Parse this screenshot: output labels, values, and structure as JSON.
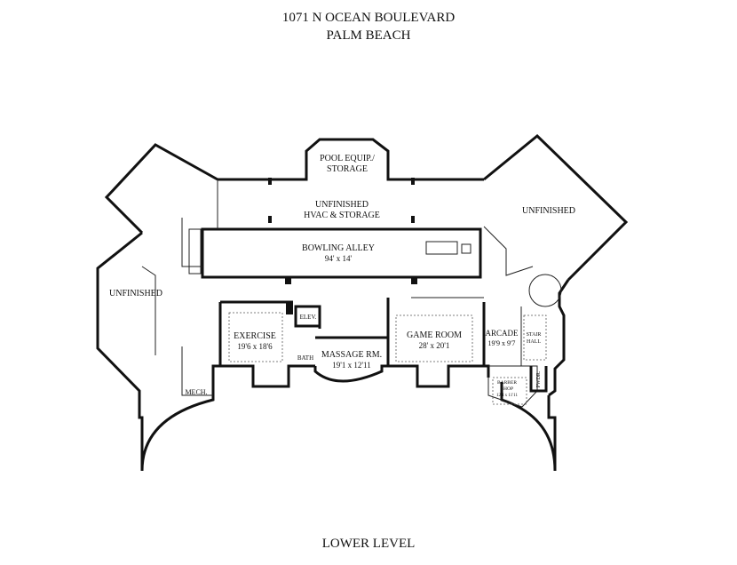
{
  "header": {
    "line1": "1071 N OCEAN BOULEVARD",
    "line2": "PALM BEACH"
  },
  "footer": {
    "level": "LOWER LEVEL"
  },
  "rooms": {
    "pool_equip": {
      "name1": "POOL EQUIP./",
      "name2": "STORAGE"
    },
    "hvac": {
      "name1": "UNFINISHED",
      "name2": "HVAC & STORAGE"
    },
    "unfinished_right": {
      "name": "UNFINISHED"
    },
    "unfinished_left": {
      "name": "UNFINISHED"
    },
    "bowling": {
      "name": "BOWLING ALLEY",
      "size": "94' x 14'"
    },
    "exercise": {
      "name": "EXERCISE",
      "size": "19'6 x 18'6"
    },
    "elev": {
      "name": "ELEV."
    },
    "bath": {
      "name": "BATH"
    },
    "massage": {
      "name": "MASSAGE RM.",
      "size": "19'1 x 12'11"
    },
    "game": {
      "name": "GAME ROOM",
      "size": "28' x 20'1"
    },
    "arcade": {
      "name": "ARCADE",
      "size": "19'9 x 9'7"
    },
    "stair_hall": {
      "name1": "STAIR",
      "name2": "HALL"
    },
    "barber": {
      "name1": "BARBER",
      "name2": "SHOP",
      "size": "12'4 x 11'11"
    },
    "pwdr": {
      "name": "PWDR."
    },
    "mech": {
      "name": "MECH."
    }
  }
}
